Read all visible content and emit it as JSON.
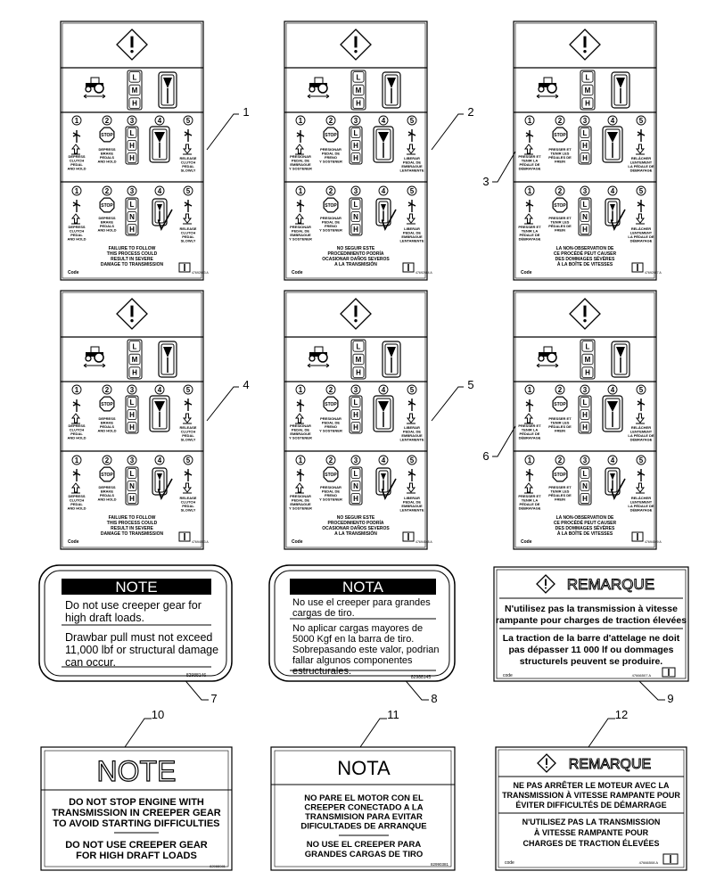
{
  "callouts": [
    "1",
    "2",
    "3",
    "4",
    "5",
    "6",
    "7",
    "8",
    "9",
    "10",
    "11",
    "12"
  ],
  "step_numbers": [
    "1",
    "2",
    "3",
    "4",
    "5"
  ],
  "common": {
    "stop": "STOP",
    "code": "Code",
    "gear_l": "L",
    "gear_m": "M",
    "gear_h": "H",
    "gear_n": "N"
  },
  "labels_en": {
    "col1": [
      "DEPRESS",
      "CLUTCH",
      "PEDAL",
      "AND HOLD"
    ],
    "col2": [
      "DEPRESS",
      "BRAKE",
      "PEDALS",
      "AND HOLD"
    ],
    "col5": [
      "RELEASE",
      "CLUTCH",
      "PEDAL",
      "SLOWLY"
    ],
    "footer": [
      "FAILURE TO FOLLOW",
      "THIS PROCESS COULD",
      "RESULT IN SEVERE",
      "DAMAGE TO TRANSMISSION"
    ],
    "partno_a": "47692983 A",
    "partno_b": "47694553 A"
  },
  "labels_es": {
    "col1": [
      "PRESIONAR",
      "PEDAL DE",
      "EMBRAGUE",
      "Y SOSTENER"
    ],
    "col2": [
      "PRESIONAR",
      "PEDAL DE",
      "FRENO",
      "Y SOSTENER"
    ],
    "col5": [
      "LIBERAR",
      "PEDAL DE",
      "EMBRAGUE",
      "LENTAMENTE"
    ],
    "footer": [
      "NO SEGUIR ESTE",
      "PROCEDIMIENTO PODRÍA",
      "OCASIONAR DAÑOS SEVEROS",
      "A LA TRANSMISIÓN"
    ],
    "partno_a": "47692984 A",
    "partno_b": "47694548 A"
  },
  "labels_fr": {
    "col1": [
      "PRESSER ET",
      "TENIR LA",
      "PÉDALE DE",
      "DÉBRAYAGE"
    ],
    "col2": [
      "PRESSER ET",
      "TENIR LES",
      "PÉDALES DE",
      "FREIN"
    ],
    "col5": [
      "RELÂCHER",
      "LENTEMENT",
      "LA PÉDALE DE",
      "DÉBRAYAGE"
    ],
    "footer": [
      "LA NON-OBSERVATION DE",
      "CE PROCÉDÉ PEUT CAUSER",
      "DES DOMMAGES SÉVÈRES",
      "À LA BOÎTE DE VITESSES"
    ],
    "partno_a": "47692987 A",
    "partno_b": "47694549 A"
  },
  "decal7": {
    "header": "NOTE",
    "p1": [
      "Do not use creeper gear for",
      "high draft loads."
    ],
    "p2": [
      "Drawbar pull must not exceed",
      "11,000 lbf or structural damage",
      "can occur."
    ],
    "partno": "82988146"
  },
  "decal8": {
    "header": "NOTA",
    "p1": [
      "No use el creeper para grandes",
      "cargas de tiro."
    ],
    "p2": [
      "No aplicar cargas mayores de",
      "5000 Kgf en la barra de tiro.",
      "Sobrepasando este valor, podrian",
      "fallar algunos componentes",
      "estructurales."
    ],
    "partno": "82988145"
  },
  "decal9": {
    "header": "REMARQUE",
    "p1": [
      "N'utilisez pas la transmission à vitesse",
      "rampante pour charges de traction élevées"
    ],
    "p2": [
      "La traction de la barre d'attelage ne doit",
      "pas dépasser 11 000 lf ou dommages",
      "structurels peuvent se produire."
    ],
    "code": "code",
    "partno": "47666507 A"
  },
  "decal10": {
    "header": "NOTE",
    "p1": [
      "DO NOT STOP ENGINE WITH",
      "TRANSMISSION IN CREEPER GEAR",
      "TO AVOID STARTING DIFFICULTIES"
    ],
    "p2": [
      "DO NOT USE CREEPER GEAR",
      "FOR HIGH DRAFT LOADS"
    ],
    "partno": "82988081"
  },
  "decal11": {
    "header": "NOTA",
    "p1": [
      "NO PARE EL MOTOR CON EL",
      "CREEPER CONECTADO A LA",
      "TRANSMISION PARA EVITAR",
      "DIFICULTADES DE ARRANQUE"
    ],
    "p2": [
      "NO USE EL CREEPER PARA",
      "GRANDES CARGAS DE TIRO"
    ],
    "partno": "82990381"
  },
  "decal12": {
    "header": "REMARQUE",
    "p1": [
      "NE PAS ARRÊTER LE MOTEUR AVEC LA",
      "TRANSMISSION À VITESSE RAMPANTE POUR",
      "ÉVITER DIFFICULTÉS DE DÉMARRAGE"
    ],
    "p2": [
      "N'UTILISEZ PAS LA TRANSMISSION",
      "À VITESSE RAMPANTE POUR",
      "CHARGES DE TRACTION ÉLEVÉES"
    ],
    "code": "code",
    "partno": "47666508 A"
  }
}
